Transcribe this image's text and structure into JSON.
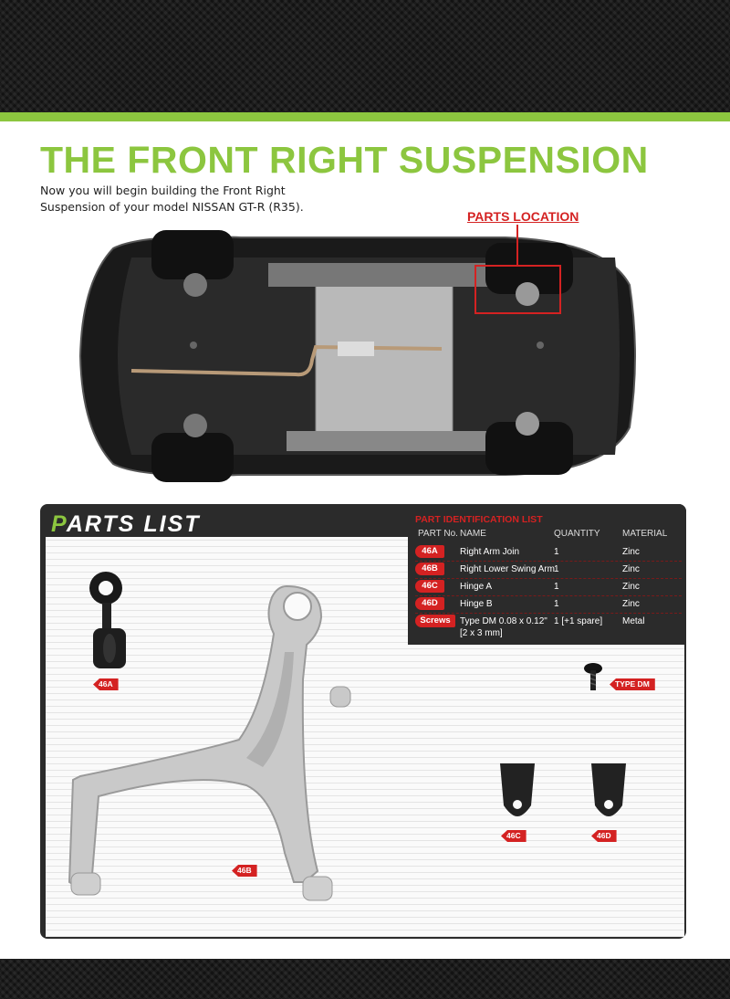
{
  "header": {
    "title": "THE FRONT RIGHT SUSPENSION",
    "intro_line1": "Now you will begin building the Front Right",
    "intro_line2": "Suspension of your model NISSAN GT-R (R35)."
  },
  "parts_location": {
    "label": "PARTS LOCATION"
  },
  "parts_list": {
    "heading_first": "P",
    "heading_rest": "ARTS LIST",
    "table_title": "PART IDENTIFICATION LIST",
    "columns": [
      "PART No.",
      "NAME",
      "QUANTITY",
      "MATERIAL"
    ],
    "rows": [
      {
        "part": "46A",
        "name": "Right Arm Join",
        "qty": "1",
        "material": "Zinc"
      },
      {
        "part": "46B",
        "name": "Right Lower Swing Arm",
        "qty": "1",
        "material": "Zinc"
      },
      {
        "part": "46C",
        "name": "Hinge A",
        "qty": "1",
        "material": "Zinc"
      },
      {
        "part": "46D",
        "name": "Hinge B",
        "qty": "1",
        "material": "Zinc"
      },
      {
        "part": "Screws",
        "name": "Type DM  0.08 x 0.12\"",
        "name2": "[2 x 3 mm]",
        "qty": "1 [+1 spare]",
        "material": "Metal"
      }
    ]
  },
  "part_labels": {
    "a": "46A",
    "b": "46B",
    "c": "46C",
    "d": "46D",
    "screw": "TYPE DM"
  },
  "colors": {
    "accent_green": "#8cc63f",
    "accent_red": "#d42222",
    "panel_dark": "#2b2b2b"
  }
}
